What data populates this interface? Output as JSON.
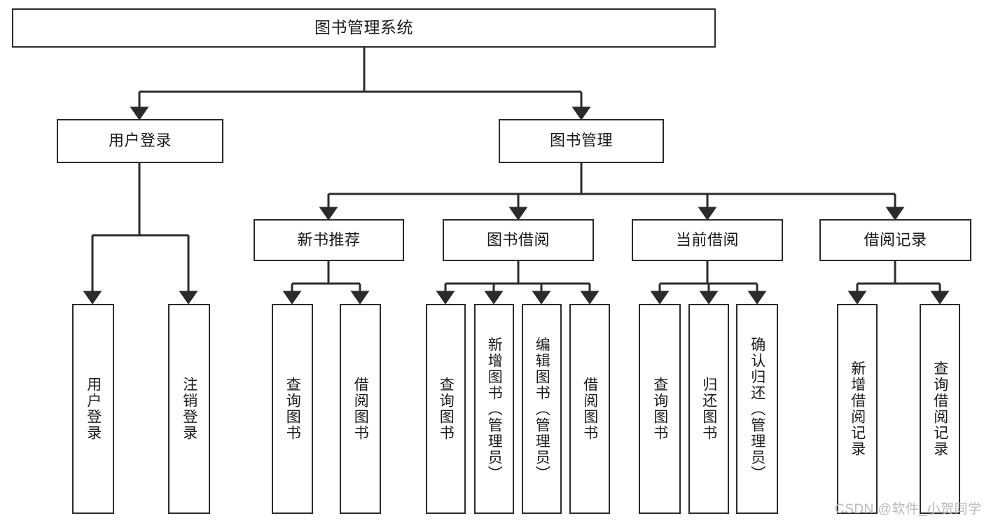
{
  "diagram": {
    "title": "图书管理系统",
    "type": "tree-hierarchy-chart",
    "orientation": "top-down",
    "colors": {
      "box_border": "#2b2b2b",
      "box_fill": "#ffffff",
      "edge": "#2b2b2b",
      "text": "#1a1a1a",
      "watermark": "#b9b9b9",
      "background": "#ffffff"
    }
  },
  "watermark": {
    "text": "CSDN @软件_小贺同学"
  },
  "nodes": {
    "root": {
      "label": "图书管理系统"
    },
    "level2": [
      {
        "label": "用户登录"
      },
      {
        "label": "图书管理"
      }
    ],
    "level3": [
      {
        "label": "新书推荐"
      },
      {
        "label": "图书借阅"
      },
      {
        "label": "当前借阅"
      },
      {
        "label": "借阅记录"
      }
    ],
    "leaves_user_login": [
      {
        "label": "用户登录"
      },
      {
        "label": "注销登录"
      }
    ],
    "leaves_new_book": [
      {
        "label": "查询图书"
      },
      {
        "label": "借阅图书"
      }
    ],
    "leaves_borrow": [
      {
        "label": "查询图书"
      },
      {
        "label": "新增图书（管理员）"
      },
      {
        "label": "编辑图书（管理员）"
      },
      {
        "label": "借阅图书"
      }
    ],
    "leaves_current": [
      {
        "label": "查询图书"
      },
      {
        "label": "归还图书"
      },
      {
        "label": "确认归还（管理员）"
      }
    ],
    "leaves_records": [
      {
        "label": "新增借阅记录"
      },
      {
        "label": "查询借阅记录"
      }
    ]
  }
}
